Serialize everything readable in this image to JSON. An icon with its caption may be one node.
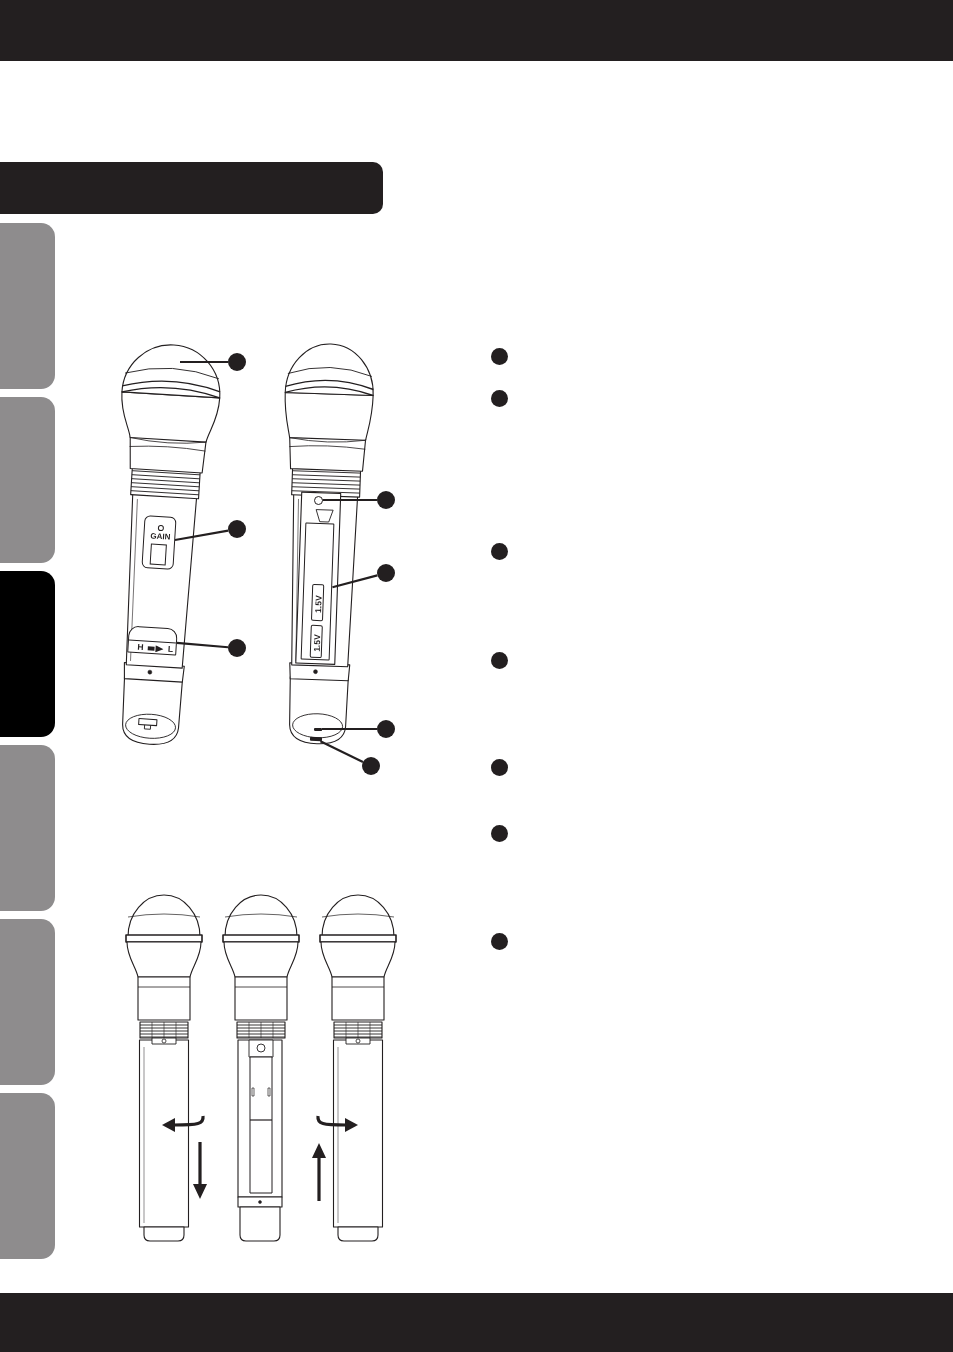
{
  "diagram": {
    "nodes": [
      {
        "text": [],
        "shape": "bar"
      },
      {
        "text": [],
        "shape": "tab"
      },
      {
        "text": [],
        "shape": "tab"
      },
      {
        "text": [],
        "shape": "tab"
      },
      {
        "text": [],
        "shape": "tab"
      },
      {
        "text": [],
        "shape": "tab"
      },
      {
        "text": [],
        "shape": "tab"
      },
      {
        "text": [],
        "shape": "circle"
      },
      {
        "text": [],
        "shape": "circle"
      },
      {
        "text": [],
        "shape": "circle"
      },
      {
        "text": [],
        "shape": "circle"
      },
      {
        "text": [],
        "shape": "circle"
      },
      {
        "text": [],
        "shape": "circle"
      },
      {
        "text": [],
        "shape": "circle"
      },
      {
        "text": [
          "GAIN"
        ]
      },
      {
        "text": [
          "H",
          "L"
        ]
      },
      {
        "text": [],
        "shape": "circle"
      },
      {
        "text": [],
        "shape": "box"
      },
      {
        "text": [
          "1.5V"
        ],
        "in": 17
      },
      {
        "text": [
          "1.5V"
        ],
        "in": 17
      },
      {
        "text": [],
        "shape": "bar"
      },
      {
        "text": [],
        "shape": "box"
      },
      {
        "text": [],
        "shape": "circle"
      },
      {
        "text": [],
        "shape": "circle"
      },
      {
        "text": [],
        "shape": "circle"
      },
      {
        "text": [],
        "shape": "circle"
      },
      {
        "text": [],
        "shape": "circle"
      },
      {
        "text": [],
        "shape": "circle"
      },
      {
        "text": [],
        "shape": "circle"
      }
    ],
    "edges": [
      {
        "from": 7,
        "to": null,
        "arrow": "none"
      },
      {
        "from": 8,
        "to": 14,
        "arrow": "none"
      },
      {
        "from": 9,
        "to": 15,
        "arrow": "none"
      },
      {
        "from": 10,
        "to": 16,
        "arrow": "none"
      },
      {
        "from": 11,
        "to": 17,
        "arrow": "none"
      },
      {
        "from": 12,
        "to": 20,
        "arrow": "none"
      },
      {
        "from": 13,
        "to": 21,
        "arrow": "none"
      }
    ]
  }
}
